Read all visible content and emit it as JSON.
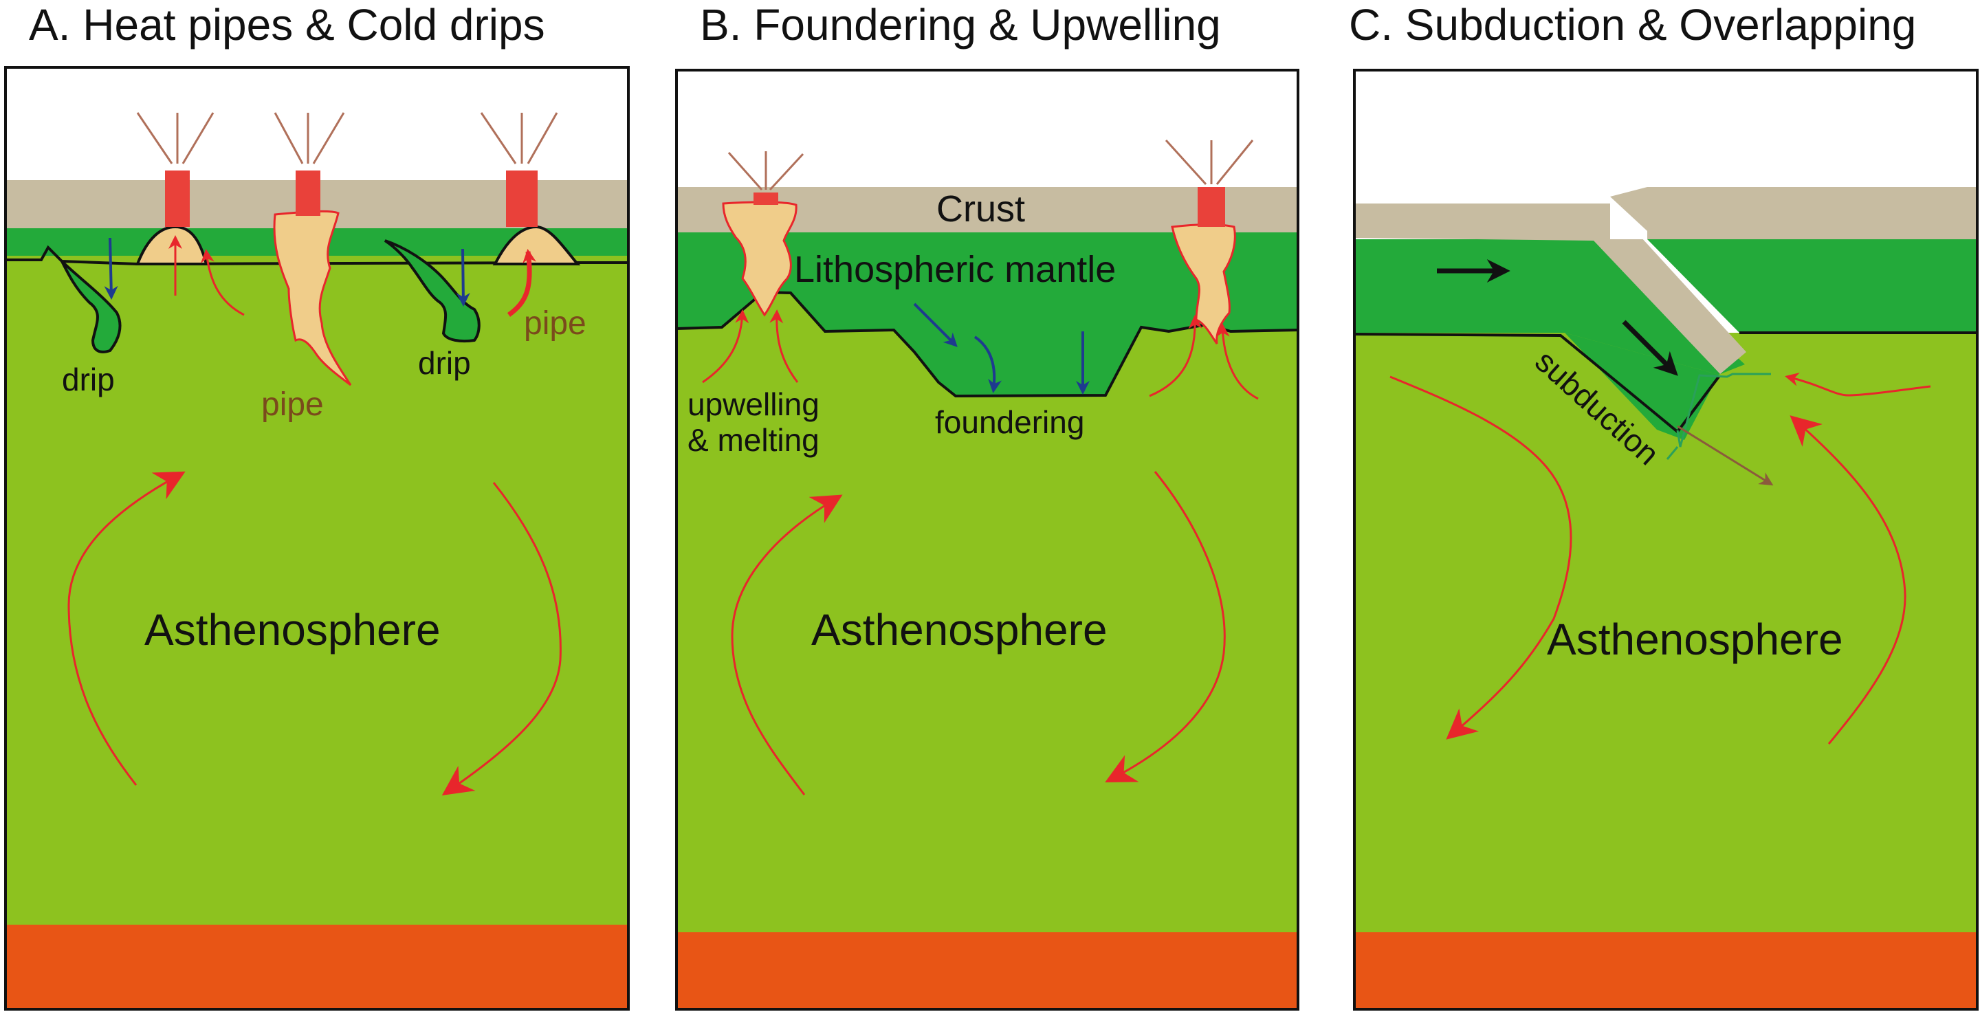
{
  "colors": {
    "asthenosphere": "#8DC21F",
    "lithosphere": "#23AA3A",
    "crust": "#C7BCA1",
    "core": "#E85515",
    "melt": "#F0CD8A",
    "volcano": "#E9413A",
    "flow_arrow": "#E8262B",
    "sink_arrow": "#1E3B8F",
    "ray": "#B0705A"
  },
  "panels": {
    "a": {
      "title": "A. Heat pipes & Cold drips",
      "labels": {
        "drip1": "drip",
        "pipe1": "pipe",
        "drip2": "drip",
        "pipe2": "pipe",
        "asthenosphere": "Asthenosphere"
      }
    },
    "b": {
      "title": "B. Foundering & Upwelling",
      "labels": {
        "crust": "Crust",
        "lithospheric_mantle": "Lithospheric mantle",
        "upwelling_line1": "upwelling",
        "upwelling_line2": "& melting",
        "foundering": "foundering",
        "asthenosphere": "Asthenosphere"
      }
    },
    "c": {
      "title": "C. Subduction & Overlapping",
      "labels": {
        "subduction": "subduction",
        "asthenosphere": "Asthenosphere"
      }
    }
  }
}
